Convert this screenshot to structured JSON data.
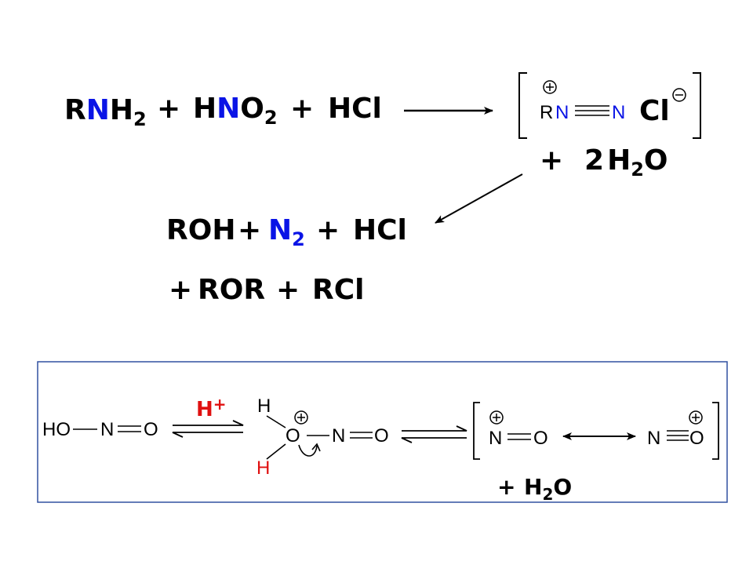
{
  "colors": {
    "highlight_nitrogen": "#0a14e6",
    "proton": "#e01010",
    "box_border": "#3050a0",
    "text": "#000000"
  },
  "reaction1": {
    "r": "R",
    "n": "N",
    "h": "H",
    "two": "2",
    "plus": "+",
    "hno2_h": "H",
    "hno2_n": "N",
    "hno2_o": "O",
    "hno2_two": "2",
    "hcl": "HCl"
  },
  "diazonium": {
    "r": "R",
    "n1": "N",
    "n2": "N",
    "plus_charge": "+",
    "minus_charge": "−",
    "cl": "Cl"
  },
  "water_add": {
    "plus": "+",
    "coef": "2",
    "h": "H",
    "two": "2",
    "o": "O"
  },
  "products": {
    "roh": "ROH",
    "plus": "+",
    "n": "N",
    "two": "2",
    "hcl": "HCl",
    "ror": "ROR",
    "rcl": "RCl"
  },
  "mechanism": {
    "ho": "HO",
    "n": "N",
    "o": "O",
    "h_plus": "H",
    "plus_sign": "+",
    "h": "H",
    "charge": "+",
    "water_plus": "+",
    "water_h": "H",
    "water_two": "2",
    "water_o": "O"
  }
}
